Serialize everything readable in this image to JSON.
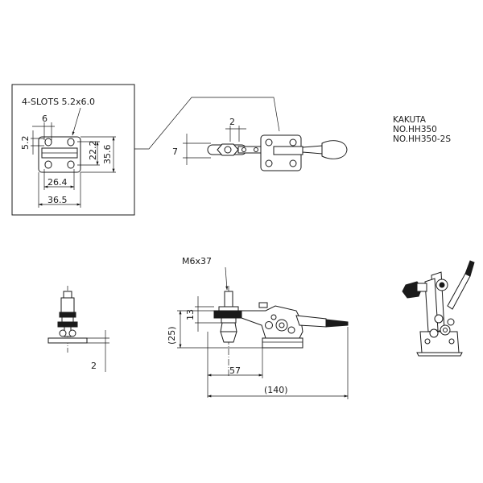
{
  "title_block": {
    "maker": "KAKUTA",
    "model_1": "NO.HH350",
    "model_2": "NO.HH350-2S"
  },
  "detail_view": {
    "slot_note": "4-SLOTS 5.2x6.0",
    "dim_slot_pitch": "6",
    "dim_slot_width": "5.2",
    "dim_hole_y": "22.2",
    "dim_base_y": "35.6",
    "dim_hole_x": "26.4",
    "dim_base_x": "36.5"
  },
  "top_view": {
    "dim_stroke": "2",
    "dim_height": "7"
  },
  "side_view": {
    "bolt_spec": "M6x37",
    "dim_13": "13",
    "dim_25": "(25)",
    "dim_57": "57",
    "dim_140": "(140)"
  },
  "end_view": {
    "dim_2": "2"
  }
}
